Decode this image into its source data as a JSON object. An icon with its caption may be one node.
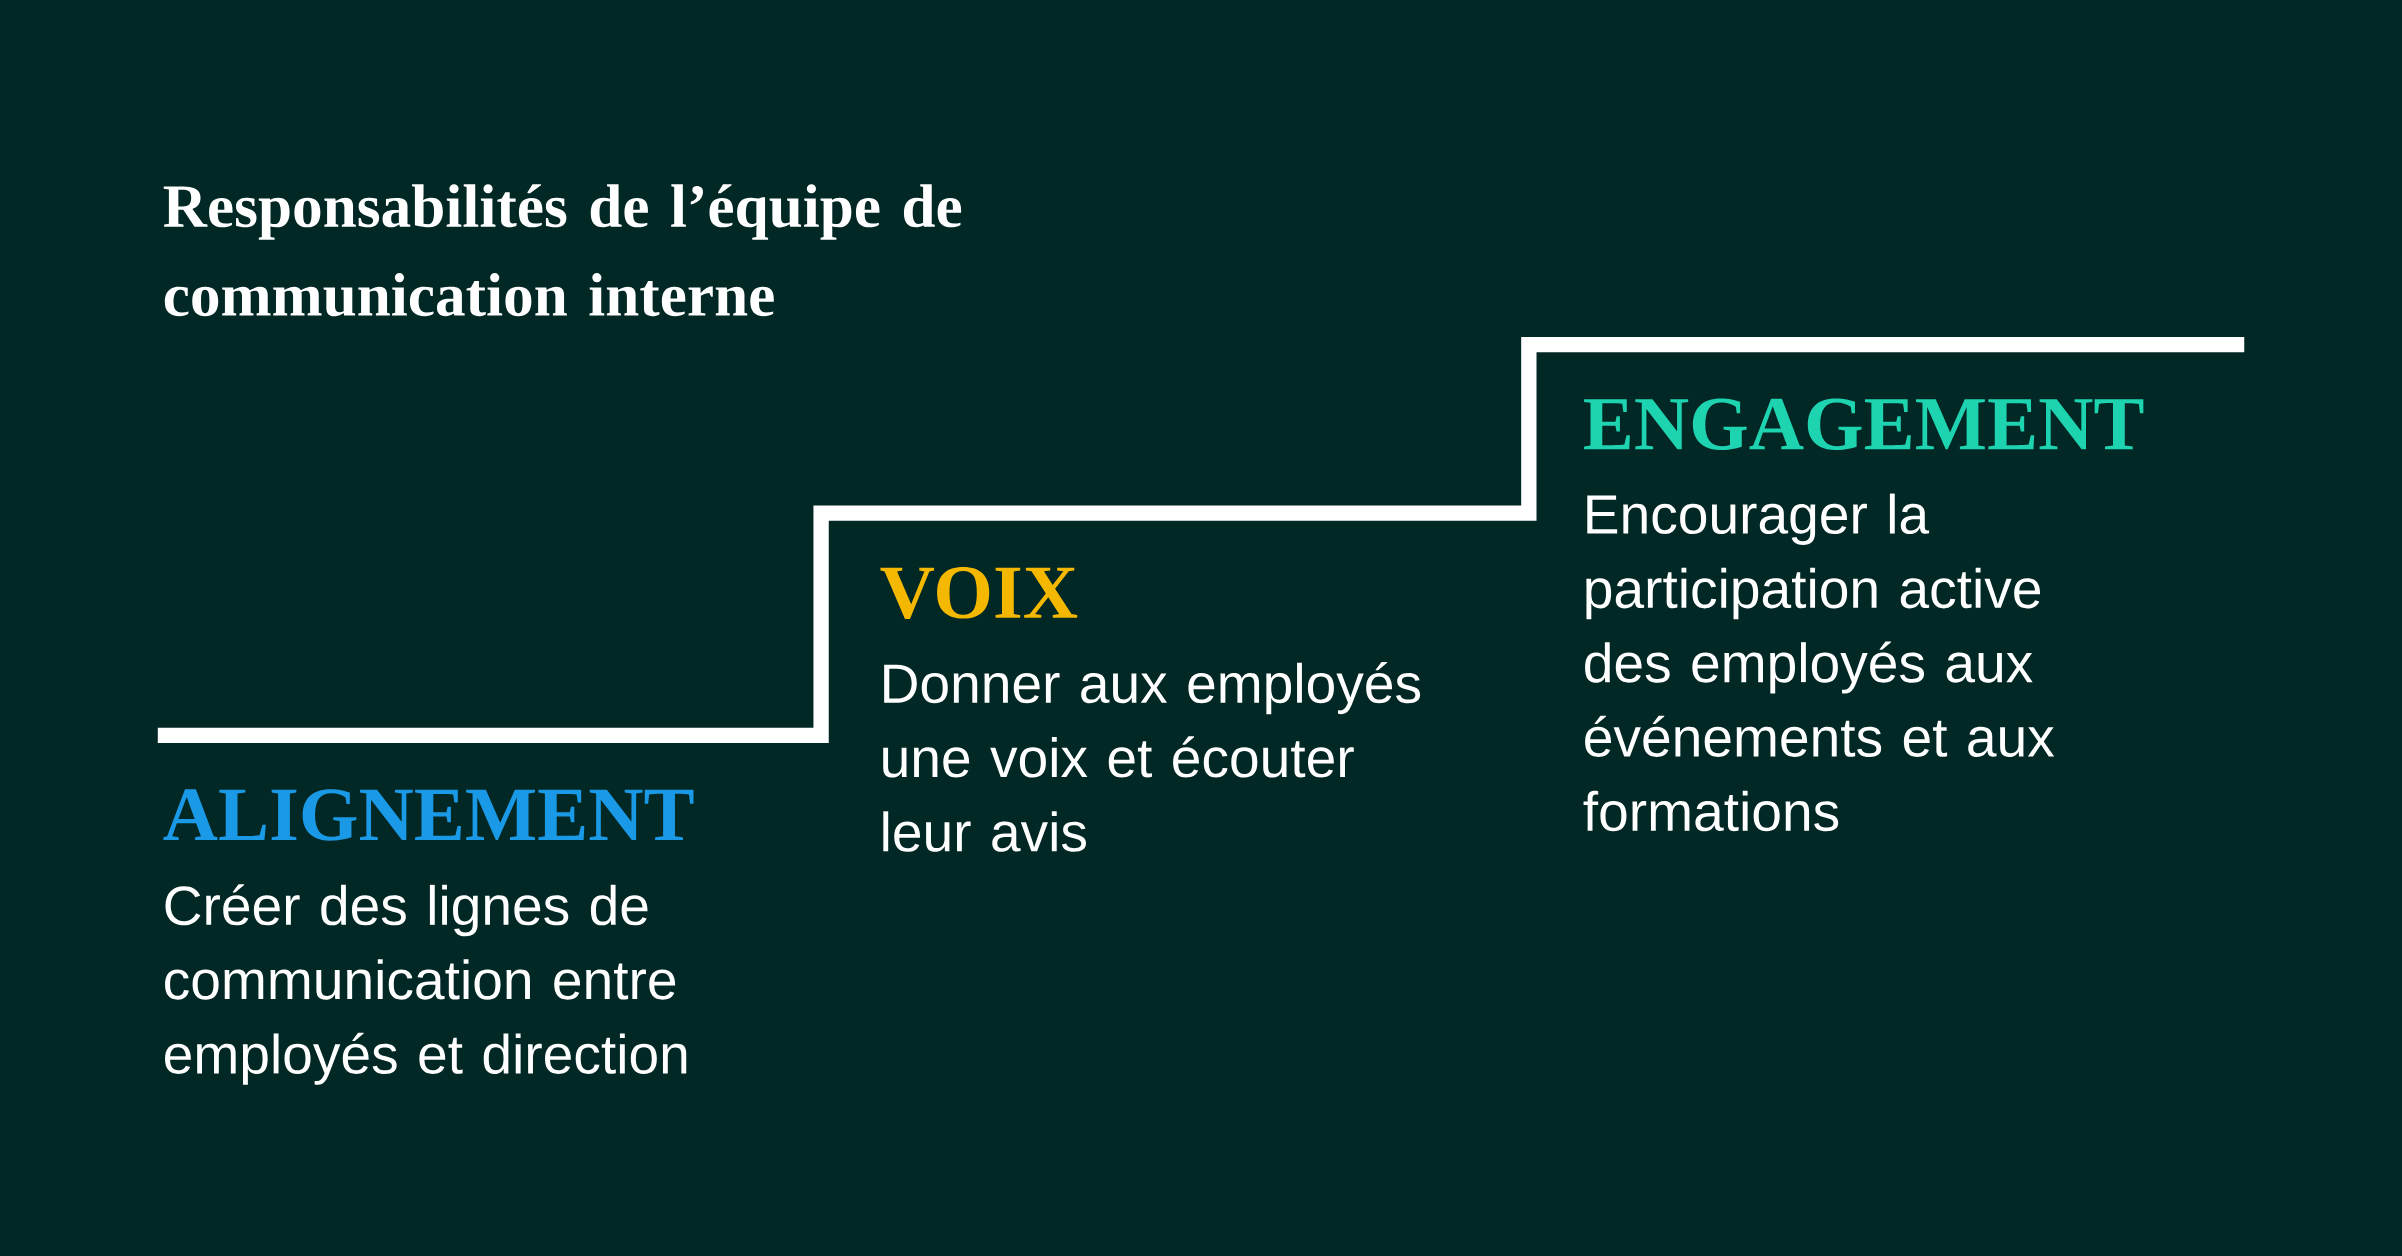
{
  "diagram": {
    "title": "Responsabilités de l’équipe de communication interne",
    "labels": [
      "ALIGNEMENT",
      "Créer des lignes de communication entre employés et direction",
      "VOIX",
      "Donner aux employés une voix et écouter leur avis",
      "ENGAGEMENT",
      "Encourager la participation active des employés aux événements et aux formations"
    ]
  }
}
